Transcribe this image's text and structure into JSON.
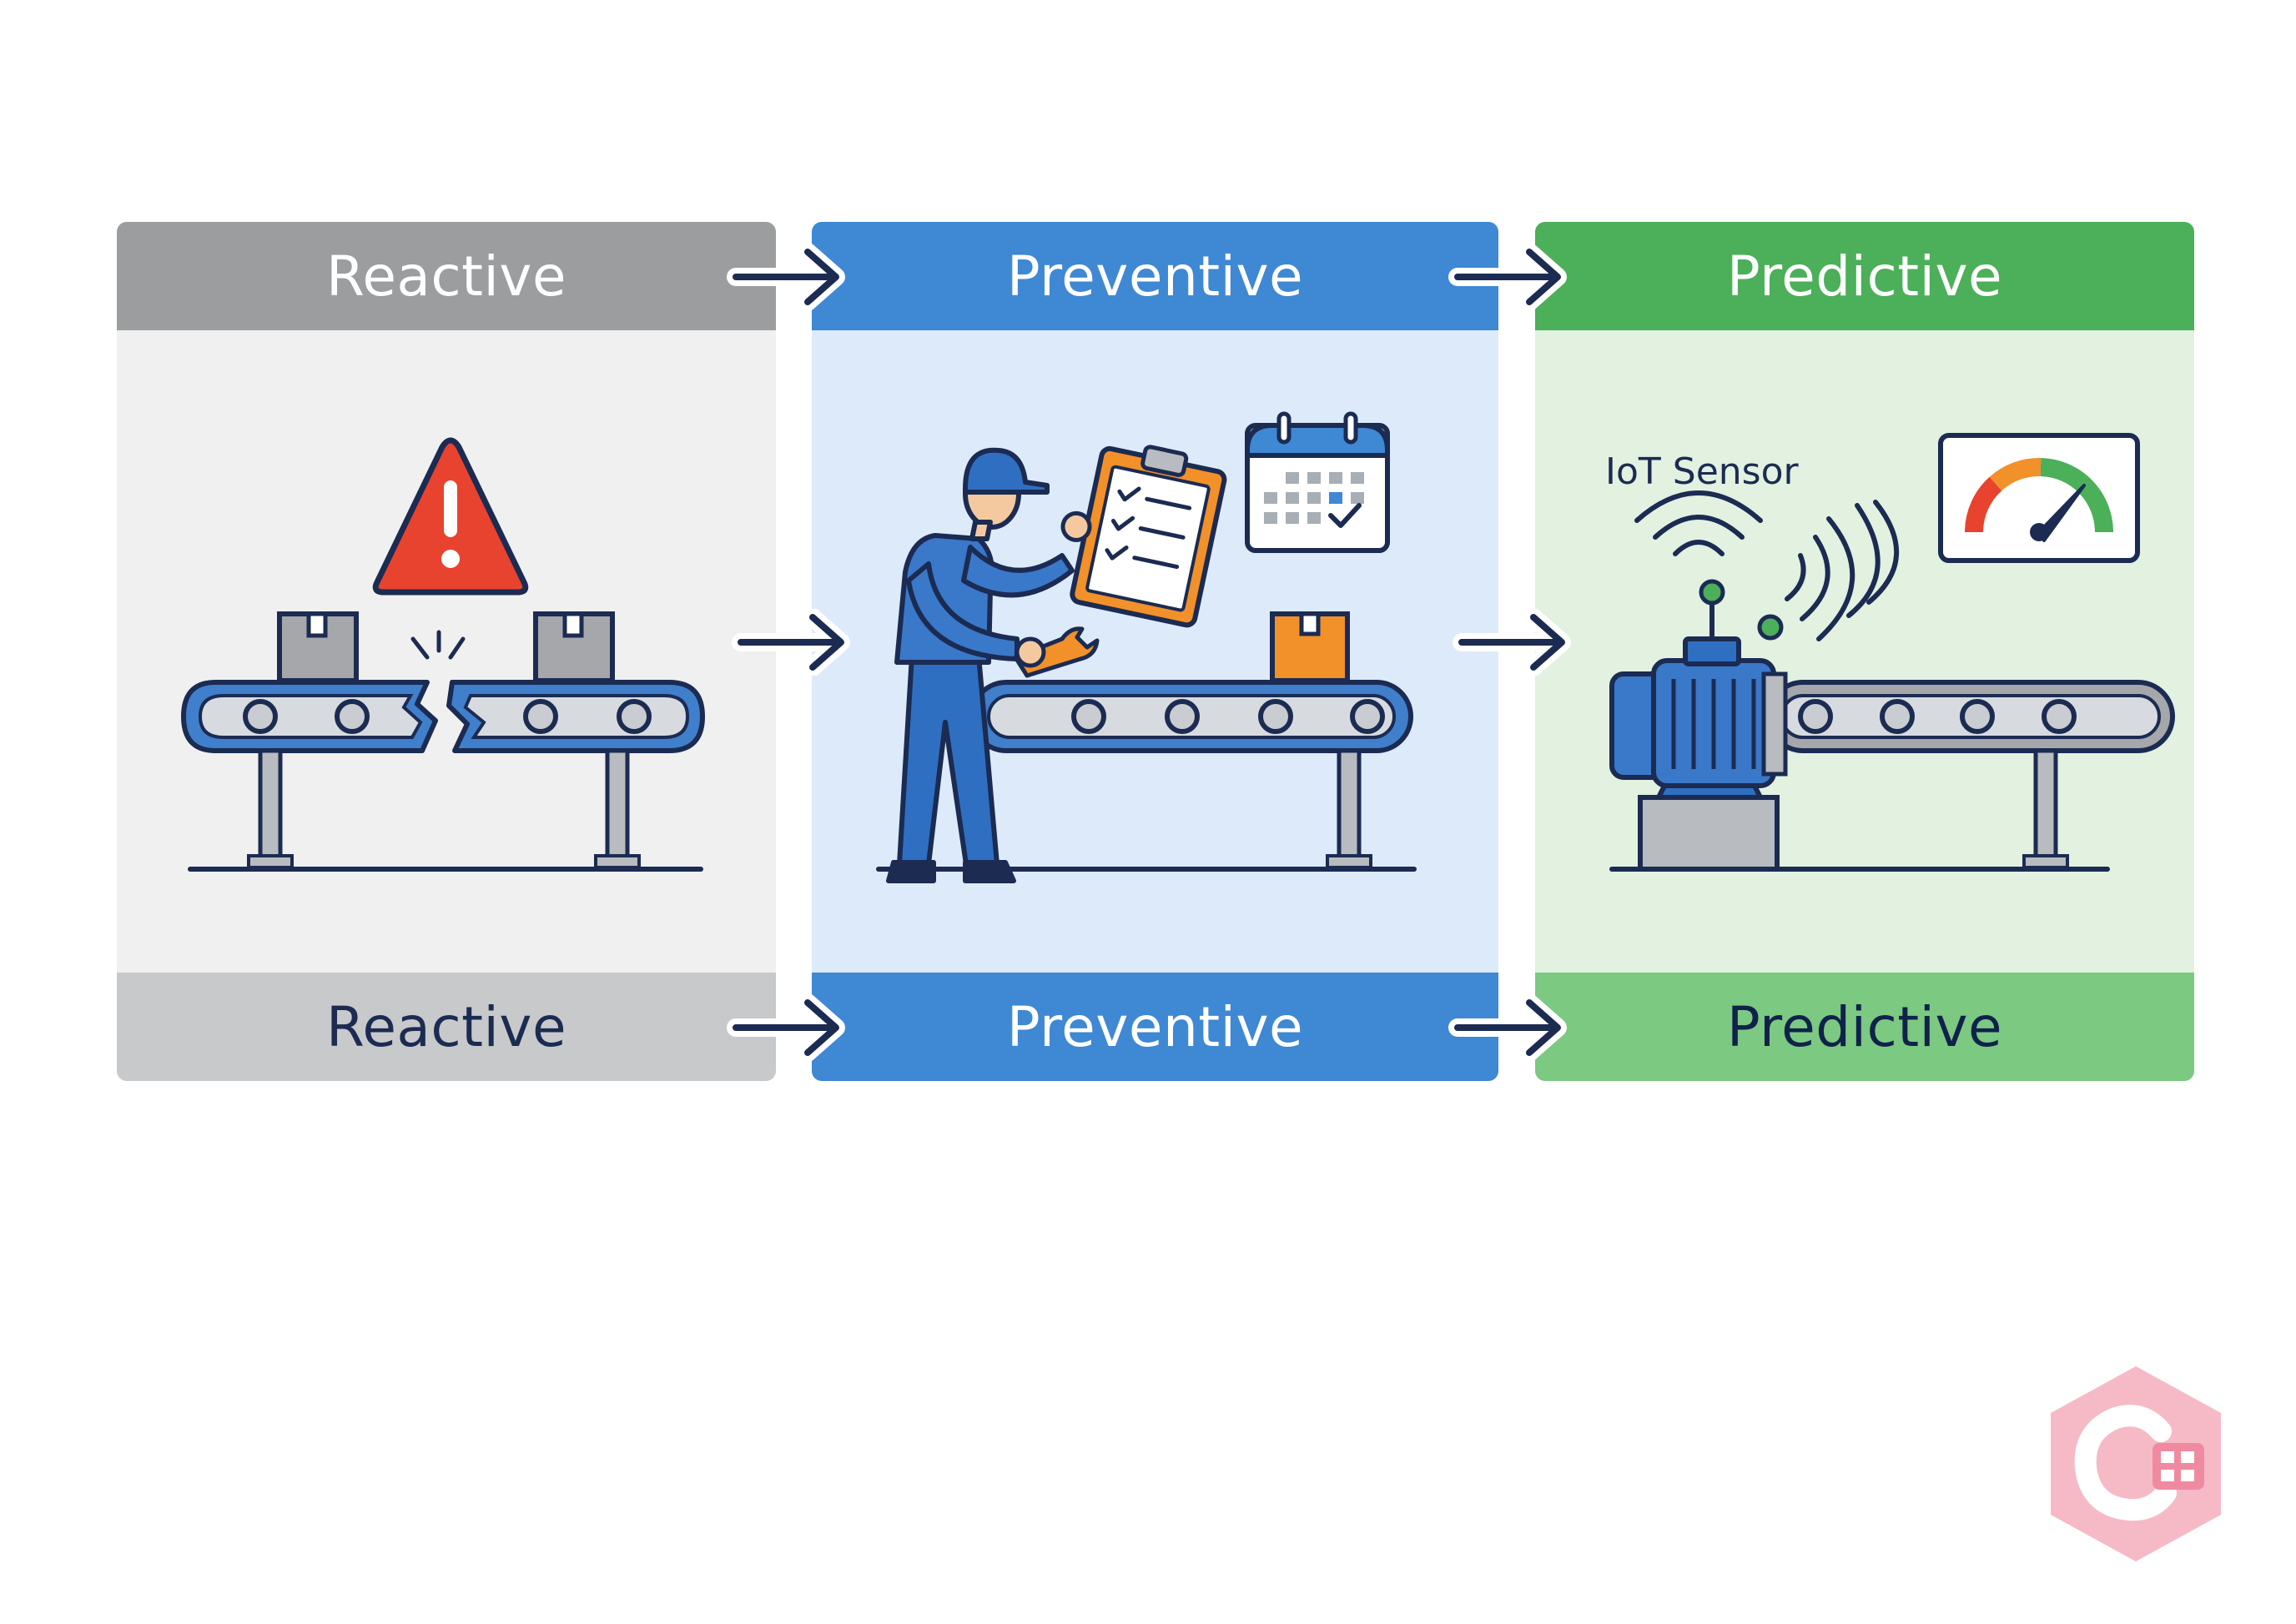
{
  "stages": [
    {
      "title": "Reactive",
      "footer": "Reactive"
    },
    {
      "title": "Preventive",
      "footer": "Preventive"
    },
    {
      "title": "Predictive",
      "footer": "Predictive",
      "sensor_label": "IoT Sensor"
    }
  ],
  "colors": {
    "reactive": "#9b9d9f",
    "preventive": "#3f88d3",
    "predictive": "#4caf5a",
    "outline": "#1b2b52",
    "alert": "#e8432e",
    "accent_orange": "#f2902a"
  },
  "icons": [
    "warning-icon",
    "broken-conveyor",
    "worker",
    "clipboard-icon",
    "calendar-icon",
    "wrench-icon",
    "iot-sensor-icon",
    "gauge-icon",
    "motor",
    "conveyor"
  ]
}
